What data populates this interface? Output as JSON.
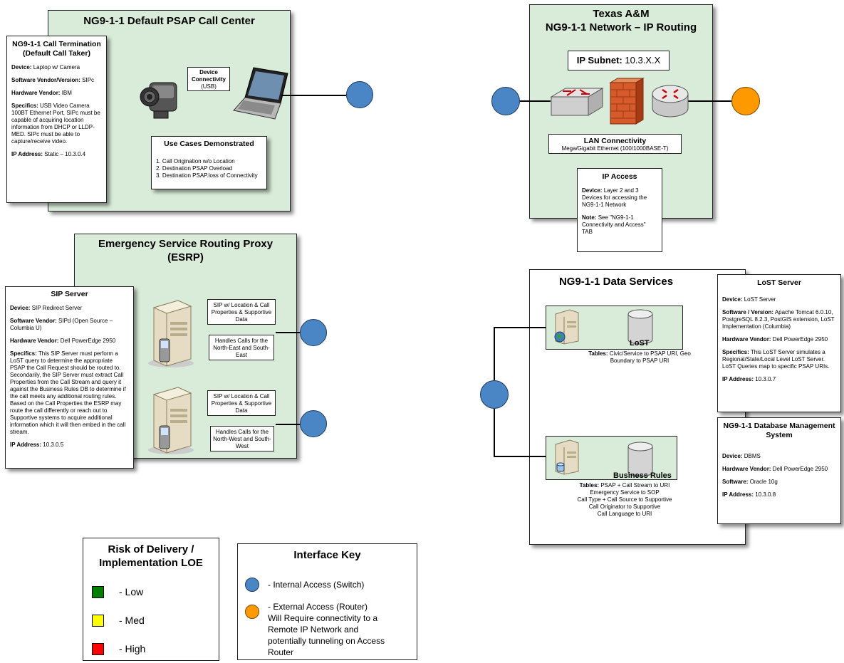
{
  "psap": {
    "title": "NG9-1-1 Default PSAP Call Center",
    "card": {
      "title": "NG9-1-1 Call Termination (Default Call Taker)",
      "device_label": "Device:",
      "device_value": "Laptop w/ Camera",
      "software_label": "Software Vendor/Version:",
      "software_value": "SIPc",
      "hardware_label": "Hardware Vendor:",
      "hardware_value": "IBM",
      "specifics_label": "Specifics:",
      "specifics_value": "USB Video Camera 100BT Ethernet Port, SIPc must be capable of acquiring location information from DHCP or LLDP-MED. SIPc must be able to capture/receive video.",
      "ip_label": "IP Address:",
      "ip_value": "Static – 10.3.0.4"
    },
    "device_connectivity_title": "Device Connectivity",
    "device_connectivity_sub": "(USB)",
    "use_cases": {
      "title": "Use Cases Demonstrated",
      "items": [
        "1. Call Origination w/o Location",
        "2. Destination PSAP Overload",
        "3. Destination PSAP.loss of Connectivity"
      ]
    }
  },
  "esrp": {
    "title_line1": "Emergency Service Routing Proxy",
    "title_line2": "(ESRP)",
    "card": {
      "title": "SIP Server",
      "device_label": "Device:",
      "device_value": "SIP Redirect Server",
      "software_label": "Software Vendor:",
      "software_value": "SIPd (Open Source – Columbia U)",
      "hardware_label": "Hardware Vendor:",
      "hardware_value": "Dell PowerEdge 2950",
      "specifics_label": "Specifics:",
      "specifics_value": "This SIP Server must perform a LoST query to determine the appropriate PSAP the Call Request should be routed to. Secondarily, the SIP Server must extract Call Properties from the Call Stream and query it against the Business Rules DB to determine if the call meets any additional routing rules. Based on the Call Properties  the ESRP may route the call differently or reach out to Supportive systems to acquire additional information which it will then embed in the call stream.",
      "ip_label": "IP Address:",
      "ip_value": "10.3.0.5"
    },
    "label_sip_location_1": "SIP w/ Location & Call Properties & Supportive Data",
    "label_handles_1": "Handles Calls for the North-East and South-East",
    "label_sip_location_2": "SIP w/ Location & Call Properties & Supportive Data",
    "label_handles_2": "Handles Calls for the North-West and South-West"
  },
  "texas": {
    "title_line1": "Texas A&M",
    "title_line2": "NG9-1-1 Network – IP Routing",
    "subnet_label": "IP Subnet:",
    "subnet_value": "10.3.X.X",
    "lan_title": "LAN Connectivity",
    "lan_sub": "Mega/Gigabit Ethernet (100/1000BASE-T)",
    "ip_access": {
      "title": "IP Access",
      "device_label": "Device:",
      "device_value": "Layer 2 and 3 Devices for accessing the NG9-1-1 Network",
      "note_label": "Note:",
      "note_value": "See \"NG9-1-1 Connectivity and Access\" TAB"
    }
  },
  "data_services": {
    "title": "NG9-1-1 Data Services",
    "lost_label": "LoST",
    "lost_tables_label": "Tables:",
    "lost_tables_value": "Civic/Service to PSAP URI, Geo Boundary to PSAP URI",
    "business_label": "Business Rules",
    "business_tables_label": "Tables:",
    "business_tables_lines": [
      "PSAP + Call Stream to URI",
      "Emergency Service to SOP",
      "Call Type + Call Source to Supportive",
      "Call Originator to Supportive",
      "Call Language to URI"
    ],
    "lost_card": {
      "title": "LoST Server",
      "device_label": "Device:",
      "device_value": "LoST Server",
      "software_label": "Software / Version:",
      "software_value": "Apache Tomcat 6.0.10, PostgreSQL 8.2.3, PostGIS extension, LoST Implementation (Columbia)",
      "hardware_label": "Hardware Vendor:",
      "hardware_value": "Dell PowerEdge 2950",
      "specifics_label": "Specifics:",
      "specifics_value": "This LoST Server simulates a Regional/State/Local Level LoST Server. LoST Queries map to specific PSAP URIs.",
      "ip_label": "IP Address:",
      "ip_value": "10.3.0.7"
    },
    "dbms_card": {
      "title": "NG9-1-1 Database Management System",
      "device_label": "Device:",
      "device_value": "DBMS",
      "hardware_label": "Hardware Vendor:",
      "hardware_value": "Dell PowerEdge 2950",
      "software_label": "Software:",
      "software_value": "Oracle 10g",
      "ip_label": "IP Address:",
      "ip_value": "10.3.0.8"
    }
  },
  "risk": {
    "title_line1": "Risk of Delivery /",
    "title_line2": "Implementation LOE",
    "items": [
      {
        "label": "-   Low",
        "color": "#008000"
      },
      {
        "label": "-   Med",
        "color": "#ffff00"
      },
      {
        "label": "-   High",
        "color": "#ff0000"
      }
    ]
  },
  "interface_key": {
    "title": "Interface Key",
    "internal": "- Internal Access (Switch)",
    "external_lines": [
      "- External Access (Router)",
      "Will Require connectivity to a",
      "Remote IP Network and",
      "potentially tunneling on Access",
      "Router"
    ],
    "internal_color": "#4a86c5",
    "external_color": "#ff9900"
  }
}
